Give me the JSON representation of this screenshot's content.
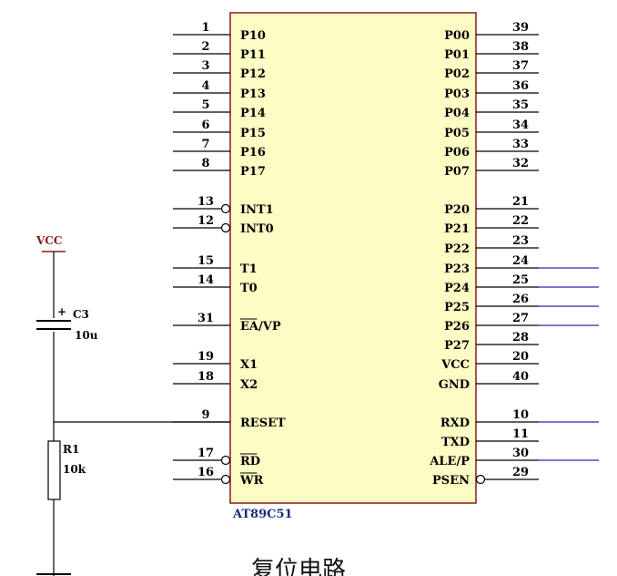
{
  "colors": {
    "chip_fill": "#fdfcc4",
    "chip_border": "#8b1a1a",
    "wire": "#000000",
    "blue_wire": "#2b2bb0",
    "vcc": "#8b1a1a"
  },
  "chip": {
    "part_name": "AT89C51"
  },
  "left_pins": [
    {
      "num": "1",
      "name": "P10"
    },
    {
      "num": "2",
      "name": "P11"
    },
    {
      "num": "3",
      "name": "P12"
    },
    {
      "num": "4",
      "name": "P13"
    },
    {
      "num": "5",
      "name": "P14"
    },
    {
      "num": "6",
      "name": "P15"
    },
    {
      "num": "7",
      "name": "P16"
    },
    {
      "num": "8",
      "name": "P17"
    },
    {
      "num": "13",
      "name": "INT1",
      "inverted": true
    },
    {
      "num": "12",
      "name": "INT0",
      "inverted": true
    },
    {
      "num": "15",
      "name": "T1"
    },
    {
      "num": "14",
      "name": "T0"
    },
    {
      "num": "31",
      "name": "EA/VP",
      "overline": "EA"
    },
    {
      "num": "19",
      "name": "X1"
    },
    {
      "num": "18",
      "name": "X2"
    },
    {
      "num": "9",
      "name": "RESET"
    },
    {
      "num": "17",
      "name": "RD",
      "inverted": true,
      "overline": "RD"
    },
    {
      "num": "16",
      "name": "WR",
      "inverted": true,
      "overline": "WR"
    }
  ],
  "right_pins": [
    {
      "num": "39",
      "name": "P00"
    },
    {
      "num": "38",
      "name": "P01"
    },
    {
      "num": "37",
      "name": "P02"
    },
    {
      "num": "36",
      "name": "P03"
    },
    {
      "num": "35",
      "name": "P04"
    },
    {
      "num": "34",
      "name": "P05"
    },
    {
      "num": "33",
      "name": "P06"
    },
    {
      "num": "32",
      "name": "P07"
    },
    {
      "num": "21",
      "name": "P20"
    },
    {
      "num": "22",
      "name": "P21"
    },
    {
      "num": "23",
      "name": "P22"
    },
    {
      "num": "24",
      "name": "P23",
      "blue": true
    },
    {
      "num": "25",
      "name": "P24",
      "blue": true
    },
    {
      "num": "26",
      "name": "P25",
      "blue": true
    },
    {
      "num": "27",
      "name": "P26",
      "blue": true
    },
    {
      "num": "28",
      "name": "P27"
    },
    {
      "num": "20",
      "name": "VCC"
    },
    {
      "num": "40",
      "name": "GND"
    },
    {
      "num": "10",
      "name": "RXD",
      "blue": true
    },
    {
      "num": "11",
      "name": "TXD"
    },
    {
      "num": "30",
      "name": "ALE/P",
      "blue": true
    },
    {
      "num": "29",
      "name": "PSEN",
      "inverted": true
    }
  ],
  "reset_circuit": {
    "vcc_label": "VCC",
    "capacitor_ref": "C3",
    "capacitor_value": "10u",
    "capacitor_polarity": "+",
    "resistor_ref": "R1",
    "resistor_value": "10k"
  },
  "caption": "复位电路"
}
